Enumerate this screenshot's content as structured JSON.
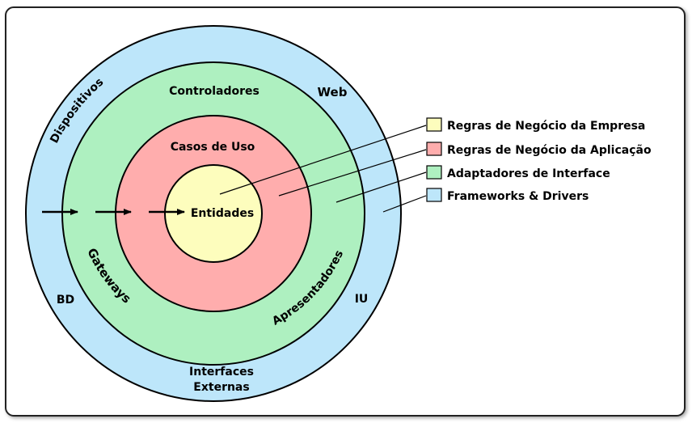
{
  "layers": {
    "outer": {
      "color": "#bde6fa",
      "labels": {
        "top_left": "Dispositivos",
        "top_right": "Web",
        "left": "BD",
        "right": "IU",
        "bottom_line1": "Interfaces",
        "bottom_line2": "Externas"
      }
    },
    "adapters": {
      "color": "#aef0c0",
      "labels": {
        "top": "Controladores",
        "left": "Gateways",
        "right": "Apresentadores"
      }
    },
    "usecases": {
      "color": "#ffadad",
      "labels": {
        "top": "Casos de Uso"
      }
    },
    "entities": {
      "color": "#fdfdbd",
      "labels": {
        "center": "Entidades"
      }
    }
  },
  "legend": [
    {
      "label": "Regras de Negócio da Empresa",
      "color": "#fdfdbd"
    },
    {
      "label": "Regras de Negócio da Aplicação",
      "color": "#ffadad"
    },
    {
      "label": "Adaptadores de Interface",
      "color": "#aef0c0"
    },
    {
      "label": "Frameworks & Drivers",
      "color": "#bde6fa"
    }
  ]
}
